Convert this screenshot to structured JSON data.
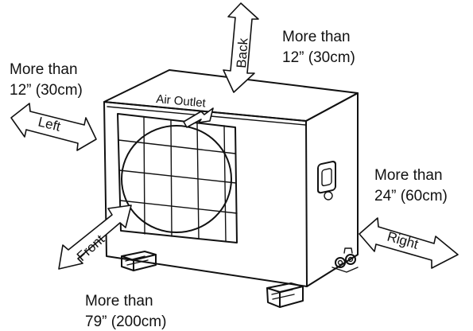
{
  "clearances": {
    "back": {
      "direction": "Back",
      "line1": "More than",
      "line2": "12” (30cm)"
    },
    "left": {
      "direction": "Left",
      "line1": "More than",
      "line2": "12” (30cm)"
    },
    "right": {
      "direction": "Right",
      "line1": "More than",
      "line2": "24” (60cm)"
    },
    "front": {
      "direction": "Front",
      "line1": "More than",
      "line2": "79” (200cm)"
    }
  },
  "unit": {
    "air_outlet_label": "Air Outlet"
  }
}
